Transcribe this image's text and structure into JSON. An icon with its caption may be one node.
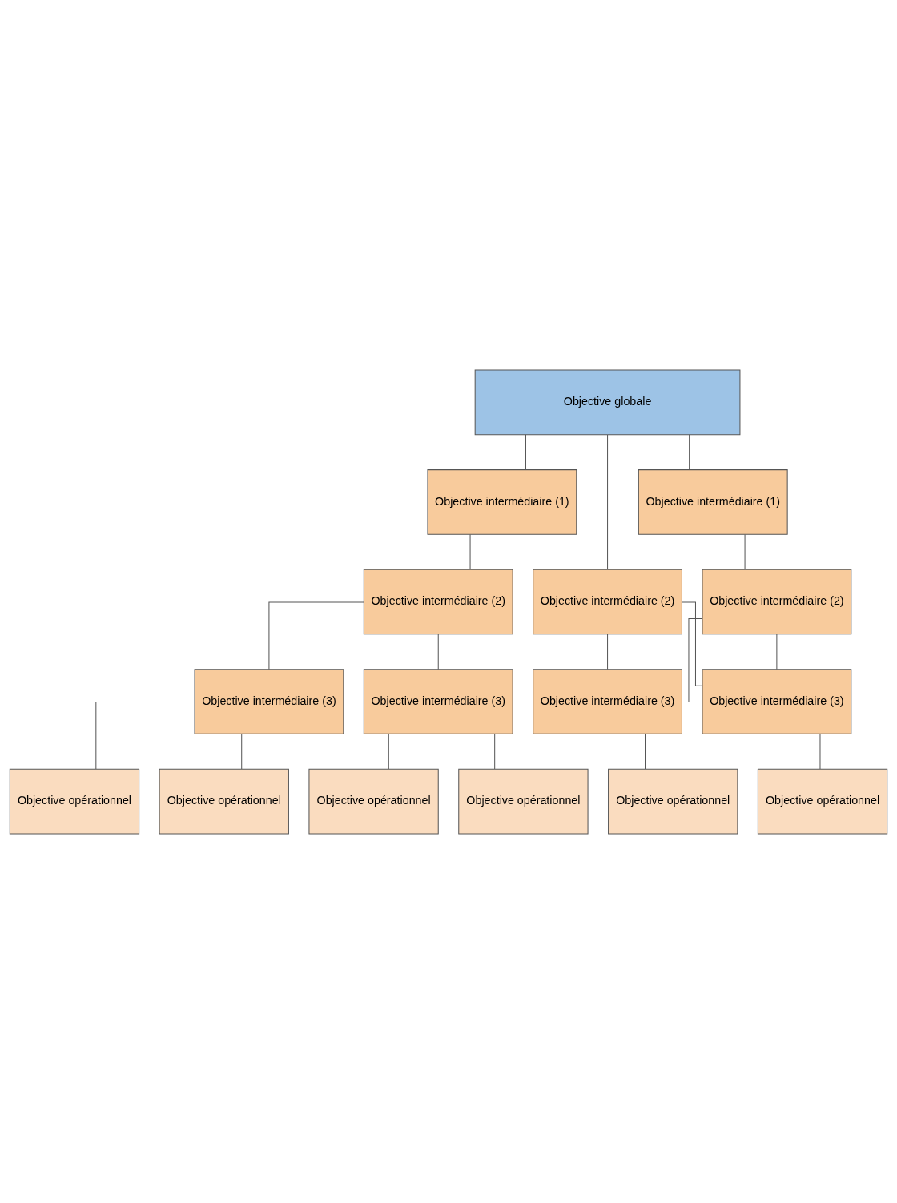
{
  "diagram": {
    "nodes": [
      {
        "text": [
          "Objective globale"
        ]
      },
      {
        "text": [
          "Objective intermédiaire (1)"
        ]
      },
      {
        "text": [
          "Objective intermédiaire (1)"
        ]
      },
      {
        "text": [
          "Objective intermédiaire (2)"
        ]
      },
      {
        "text": [
          "Objective intermédiaire (2)"
        ]
      },
      {
        "text": [
          "Objective intermédiaire (2)"
        ]
      },
      {
        "text": [
          "Objective intermédiaire (3)"
        ]
      },
      {
        "text": [
          "Objective intermédiaire (3)"
        ]
      },
      {
        "text": [
          "Objective intermédiaire (3)"
        ]
      },
      {
        "text": [
          "Objective intermédiaire (3)"
        ]
      },
      {
        "text": [
          "Objective opérationnel"
        ]
      },
      {
        "text": [
          "Objective opérationnel"
        ]
      },
      {
        "text": [
          "Objective opérationnel"
        ]
      },
      {
        "text": [
          "Objective opérationnel"
        ]
      },
      {
        "text": [
          "Objective opérationnel"
        ]
      },
      {
        "text": [
          "Objective opérationnel"
        ]
      }
    ],
    "edges": [
      {
        "from": 0,
        "to": 1,
        "arrow": "none"
      },
      {
        "from": 0,
        "to": 4,
        "arrow": "none"
      },
      {
        "from": 0,
        "to": 2,
        "arrow": "none"
      },
      {
        "from": 1,
        "to": 3,
        "arrow": "none"
      },
      {
        "from": 2,
        "to": 5,
        "arrow": "none"
      },
      {
        "from": 3,
        "to": 6,
        "arrow": "none"
      },
      {
        "from": 3,
        "to": 7,
        "arrow": "none"
      },
      {
        "from": 4,
        "to": 8,
        "arrow": "none"
      },
      {
        "from": 4,
        "to": 9,
        "arrow": "none"
      },
      {
        "from": 5,
        "to": 8,
        "arrow": "none"
      },
      {
        "from": 5,
        "to": 9,
        "arrow": "none"
      },
      {
        "from": 6,
        "to": 10,
        "arrow": "none"
      },
      {
        "from": 6,
        "to": 13,
        "arrow": "none"
      },
      {
        "from": 7,
        "to": 11,
        "arrow": "none"
      },
      {
        "from": 7,
        "to": 14,
        "arrow": "none"
      },
      {
        "from": 8,
        "to": 12,
        "arrow": "none"
      },
      {
        "from": 9,
        "to": 15,
        "arrow": "none"
      }
    ]
  }
}
